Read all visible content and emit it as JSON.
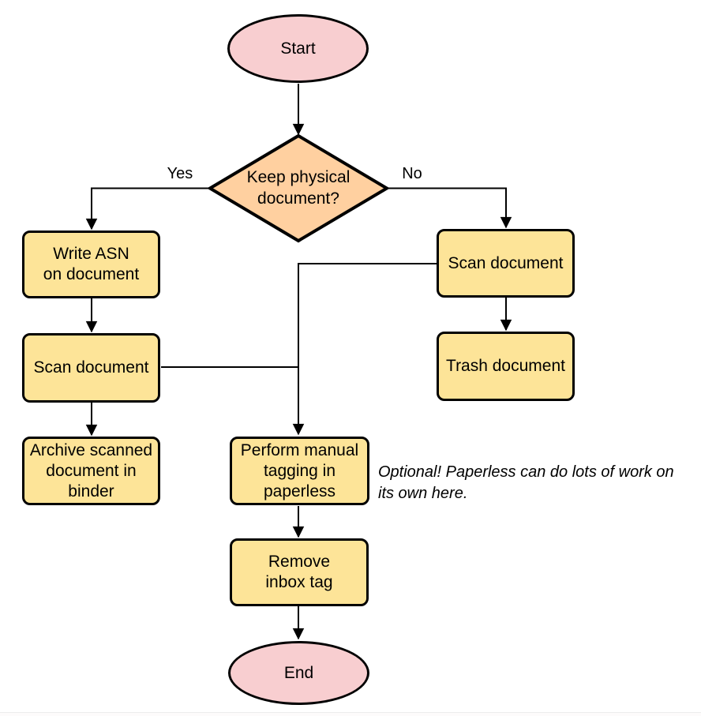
{
  "diagram": {
    "title_hint": "paperless document intake flowchart",
    "nodes": {
      "start": {
        "shape": "ellipse",
        "lines": [
          "Start"
        ]
      },
      "decision": {
        "shape": "diamond",
        "lines": [
          "Keep physical",
          "document?"
        ]
      },
      "writeAsn": {
        "shape": "rect",
        "lines": [
          "Write ASN",
          "on document"
        ]
      },
      "scanLeft": {
        "shape": "rect",
        "lines": [
          "Scan document"
        ]
      },
      "archive": {
        "shape": "rect",
        "lines": [
          "Archive scanned",
          "document in",
          "binder"
        ]
      },
      "scanRight": {
        "shape": "rect",
        "lines": [
          "Scan document"
        ]
      },
      "trash": {
        "shape": "rect",
        "lines": [
          "Trash document"
        ]
      },
      "tagging": {
        "shape": "rect",
        "lines": [
          "Perform manual",
          "tagging in",
          "paperless"
        ]
      },
      "removeInbox": {
        "shape": "rect",
        "lines": [
          "Remove",
          "inbox tag"
        ]
      },
      "end": {
        "shape": "ellipse",
        "lines": [
          "End"
        ]
      }
    },
    "edge_labels": {
      "yes": "Yes",
      "no": "No"
    },
    "note": {
      "lines": [
        "Optional! Paperless can do lots of work on",
        "its own here."
      ]
    },
    "colors": {
      "terminal_fill": "#f8ced0",
      "decision_fill": "#ffd0a0",
      "process_fill": "#fde498",
      "stroke": "#000000",
      "background": "#ffffff",
      "bottom_divider": "#ededed"
    }
  }
}
